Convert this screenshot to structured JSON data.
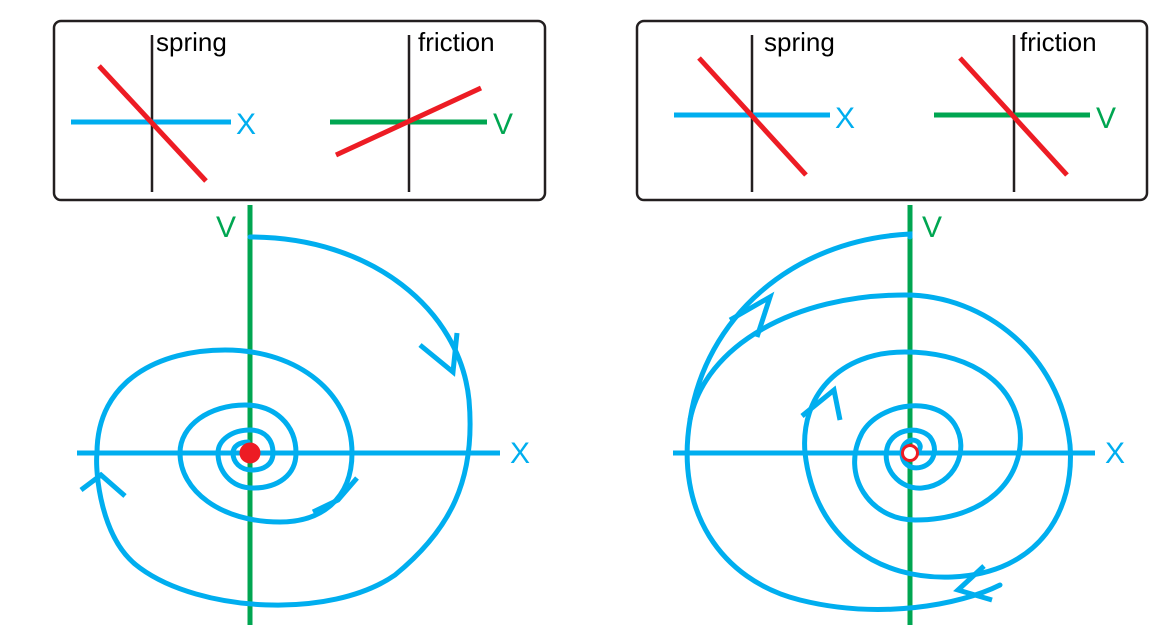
{
  "colors": {
    "position": "#00aeef",
    "velocity": "#00a651",
    "force": "#ed1c24",
    "outline": "#231f20",
    "fixed_point": "#ed1c24"
  },
  "left": {
    "inset": {
      "spring": {
        "title": "spring",
        "axis_label": "X",
        "line_slope": "negative"
      },
      "friction": {
        "title": "friction",
        "axis_label": "V",
        "line_slope": "positive"
      }
    },
    "phase": {
      "x_label": "X",
      "v_label": "V",
      "flow": "inward",
      "fixed_point": "filled"
    }
  },
  "right": {
    "inset": {
      "spring": {
        "title": "spring",
        "axis_label": "X",
        "line_slope": "negative"
      },
      "friction": {
        "title": "friction",
        "axis_label": "V",
        "line_slope": "negative"
      }
    },
    "phase": {
      "x_label": "X",
      "v_label": "V",
      "flow": "outward",
      "fixed_point": "open"
    }
  }
}
